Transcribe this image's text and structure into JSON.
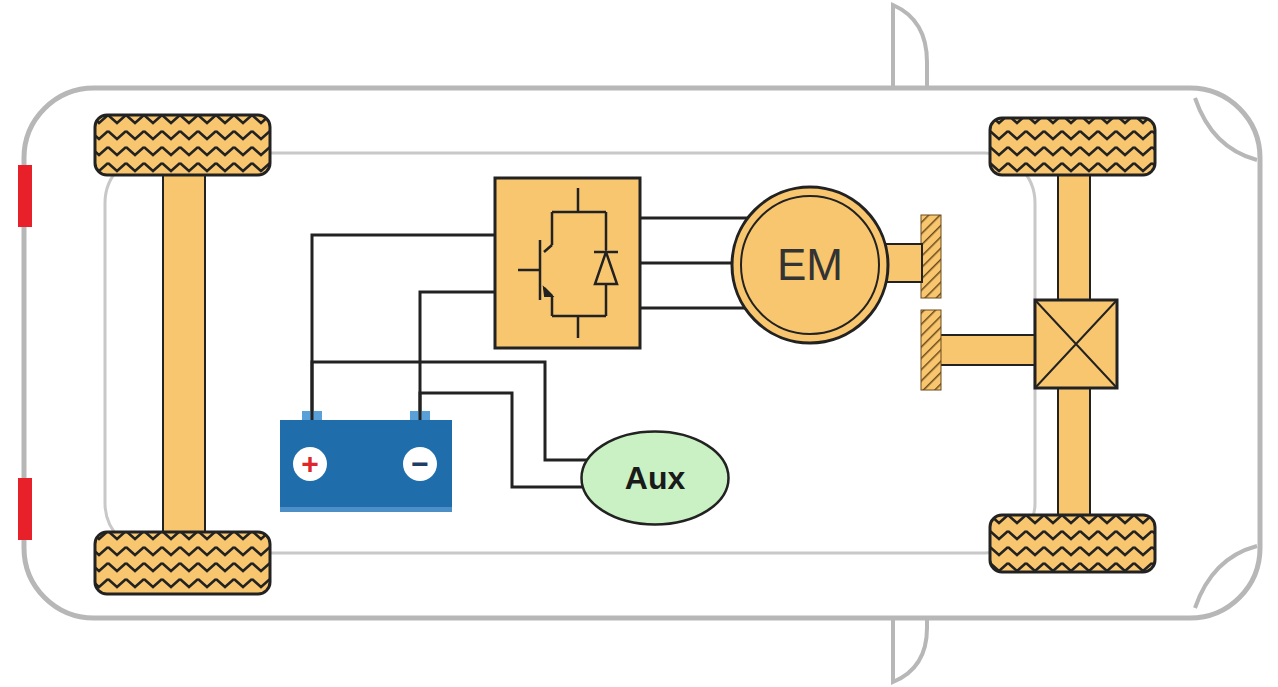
{
  "diagram": {
    "nodes": [
      {
        "text": [
          "EM"
        ]
      },
      {
        "text": [
          "+",
          "−"
        ]
      },
      {
        "text": [
          "Aux"
        ]
      }
    ],
    "edges": [
      {
        "from": 1,
        "to": 2,
        "arrow": "none"
      },
      {
        "from": 1,
        "to": 2,
        "arrow": "none"
      }
    ]
  }
}
